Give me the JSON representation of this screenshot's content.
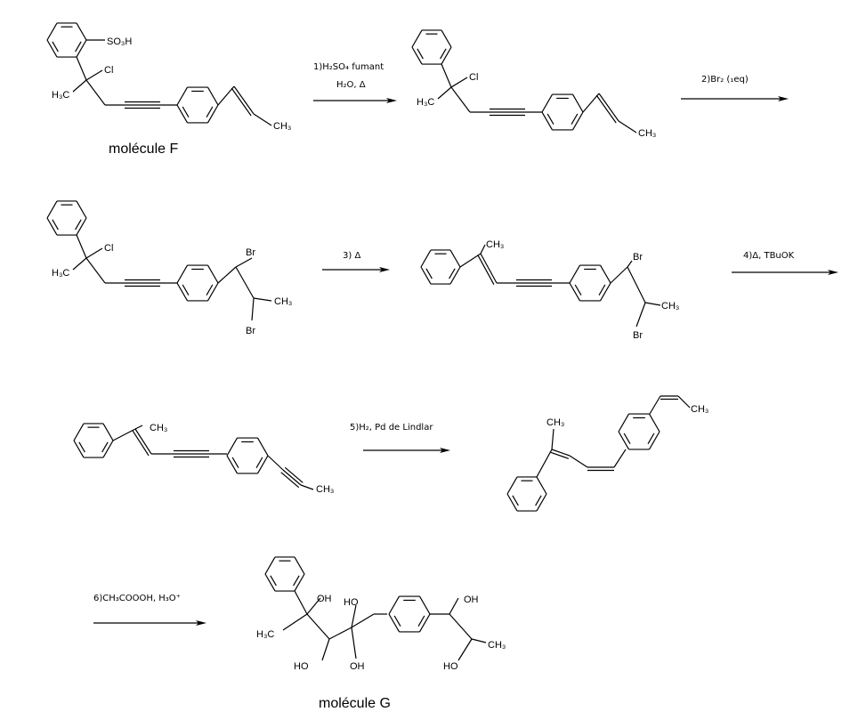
{
  "molecules": {
    "F": {
      "caption": "molécule F",
      "so3h": "SO₃H",
      "cl": "Cl",
      "h3c": "H₃C",
      "ch3": "CH₃"
    },
    "m2": {
      "cl": "Cl",
      "h3c": "H₃C",
      "ch3": "CH₃"
    },
    "m3": {
      "cl": "Cl",
      "h3c": "H₃C",
      "br1": "Br",
      "br2": "Br",
      "ch3": "CH₃"
    },
    "m4": {
      "ch3a": "CH₃",
      "br1": "Br",
      "br2": "Br",
      "ch3b": "CH₃"
    },
    "m5": {
      "ch3a": "CH₃",
      "ch3b": "CH₃"
    },
    "m6": {
      "ch3a": "CH₃",
      "ch3b": "CH₃"
    },
    "G": {
      "caption": "molécule G",
      "oh1": "OH",
      "h3c": "H₃C",
      "ho1": "HO",
      "ho2": "HO",
      "oh2": "OH",
      "oh3": "OH",
      "ho3": "HO",
      "ch3": "CH₃"
    }
  },
  "steps": [
    {
      "line1": "1)H₂SO₄ fumant",
      "line2": "H₂O, Δ"
    },
    {
      "line1": "2)Br₂ (₁eq)"
    },
    {
      "line1": "3) Δ"
    },
    {
      "line1": "4)Δ, TBuOK"
    },
    {
      "line1": "5)H₂, Pd de Lindlar"
    },
    {
      "line1": "6)CH₃COOOH, H₃O⁺"
    }
  ]
}
